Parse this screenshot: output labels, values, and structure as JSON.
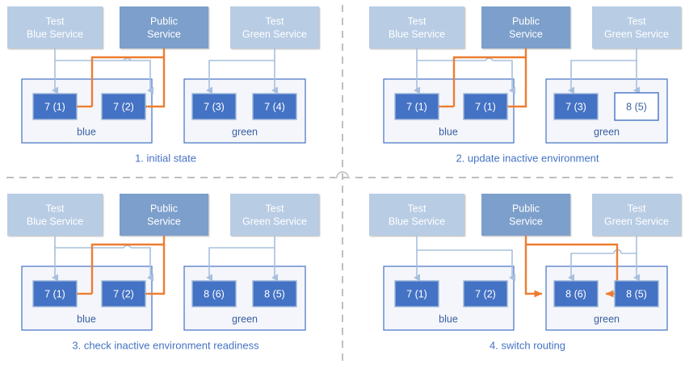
{
  "colors": {
    "service_light": "#B8CCE4",
    "service_dark": "#7B9FCB",
    "instance_fill": "#4472C4",
    "instance_border": "#9EB6D9",
    "instance_outlined_fill": "#FFFFFF",
    "instance_outlined_border": "#4472C4",
    "env_border": "#4472C4",
    "env_fill": "#F4F6FB",
    "connector_blue": "#A8C0DE",
    "routing_orange": "#ED7D31",
    "caption_text": "#4472C4",
    "divider": "#BFBFBF",
    "label_white": "#FFFFFF",
    "label_blue": "#3A5FA0"
  },
  "services": {
    "test_blue": "Test\nBlue Service",
    "test_blue_line1": "Test",
    "test_blue_line2": "Blue Service",
    "public_line1": "Public",
    "public_line2": "Service",
    "test_green_line1": "Test",
    "test_green_line2": "Green Service"
  },
  "environments": {
    "blue": "blue",
    "green": "green"
  },
  "panels": [
    {
      "id": "panel-1",
      "caption": "1. initial state",
      "blue_env": {
        "name": "blue",
        "instances": [
          {
            "label": "7 (1)",
            "style": "filled"
          },
          {
            "label": "7 (2)",
            "style": "filled"
          }
        ]
      },
      "green_env": {
        "name": "green",
        "instances": [
          {
            "label": "7 (3)",
            "style": "filled"
          },
          {
            "label": "7 (4)",
            "style": "filled"
          }
        ]
      },
      "routing_target": "blue"
    },
    {
      "id": "panel-2",
      "caption": "2. update inactive environment",
      "blue_env": {
        "name": "blue",
        "instances": [
          {
            "label": "7 (1)",
            "style": "filled"
          },
          {
            "label": "7 (1)",
            "style": "filled"
          }
        ]
      },
      "green_env": {
        "name": "green",
        "instances": [
          {
            "label": "7 (3)",
            "style": "filled"
          },
          {
            "label": "8 (5)",
            "style": "outlined"
          }
        ]
      },
      "routing_target": "blue"
    },
    {
      "id": "panel-3",
      "caption": "3. check inactive environment readiness",
      "blue_env": {
        "name": "blue",
        "instances": [
          {
            "label": "7 (1)",
            "style": "filled"
          },
          {
            "label": "7 (2)",
            "style": "filled"
          }
        ]
      },
      "green_env": {
        "name": "green",
        "instances": [
          {
            "label": "8 (6)",
            "style": "filled"
          },
          {
            "label": "8 (5)",
            "style": "filled"
          }
        ]
      },
      "routing_target": "blue"
    },
    {
      "id": "panel-4",
      "caption": "4. switch routing",
      "blue_env": {
        "name": "blue",
        "instances": [
          {
            "label": "7 (1)",
            "style": "filled"
          },
          {
            "label": "7 (2)",
            "style": "filled"
          }
        ]
      },
      "green_env": {
        "name": "green",
        "instances": [
          {
            "label": "8 (6)",
            "style": "filled"
          },
          {
            "label": "8 (5)",
            "style": "filled"
          }
        ]
      },
      "routing_target": "green"
    }
  ]
}
